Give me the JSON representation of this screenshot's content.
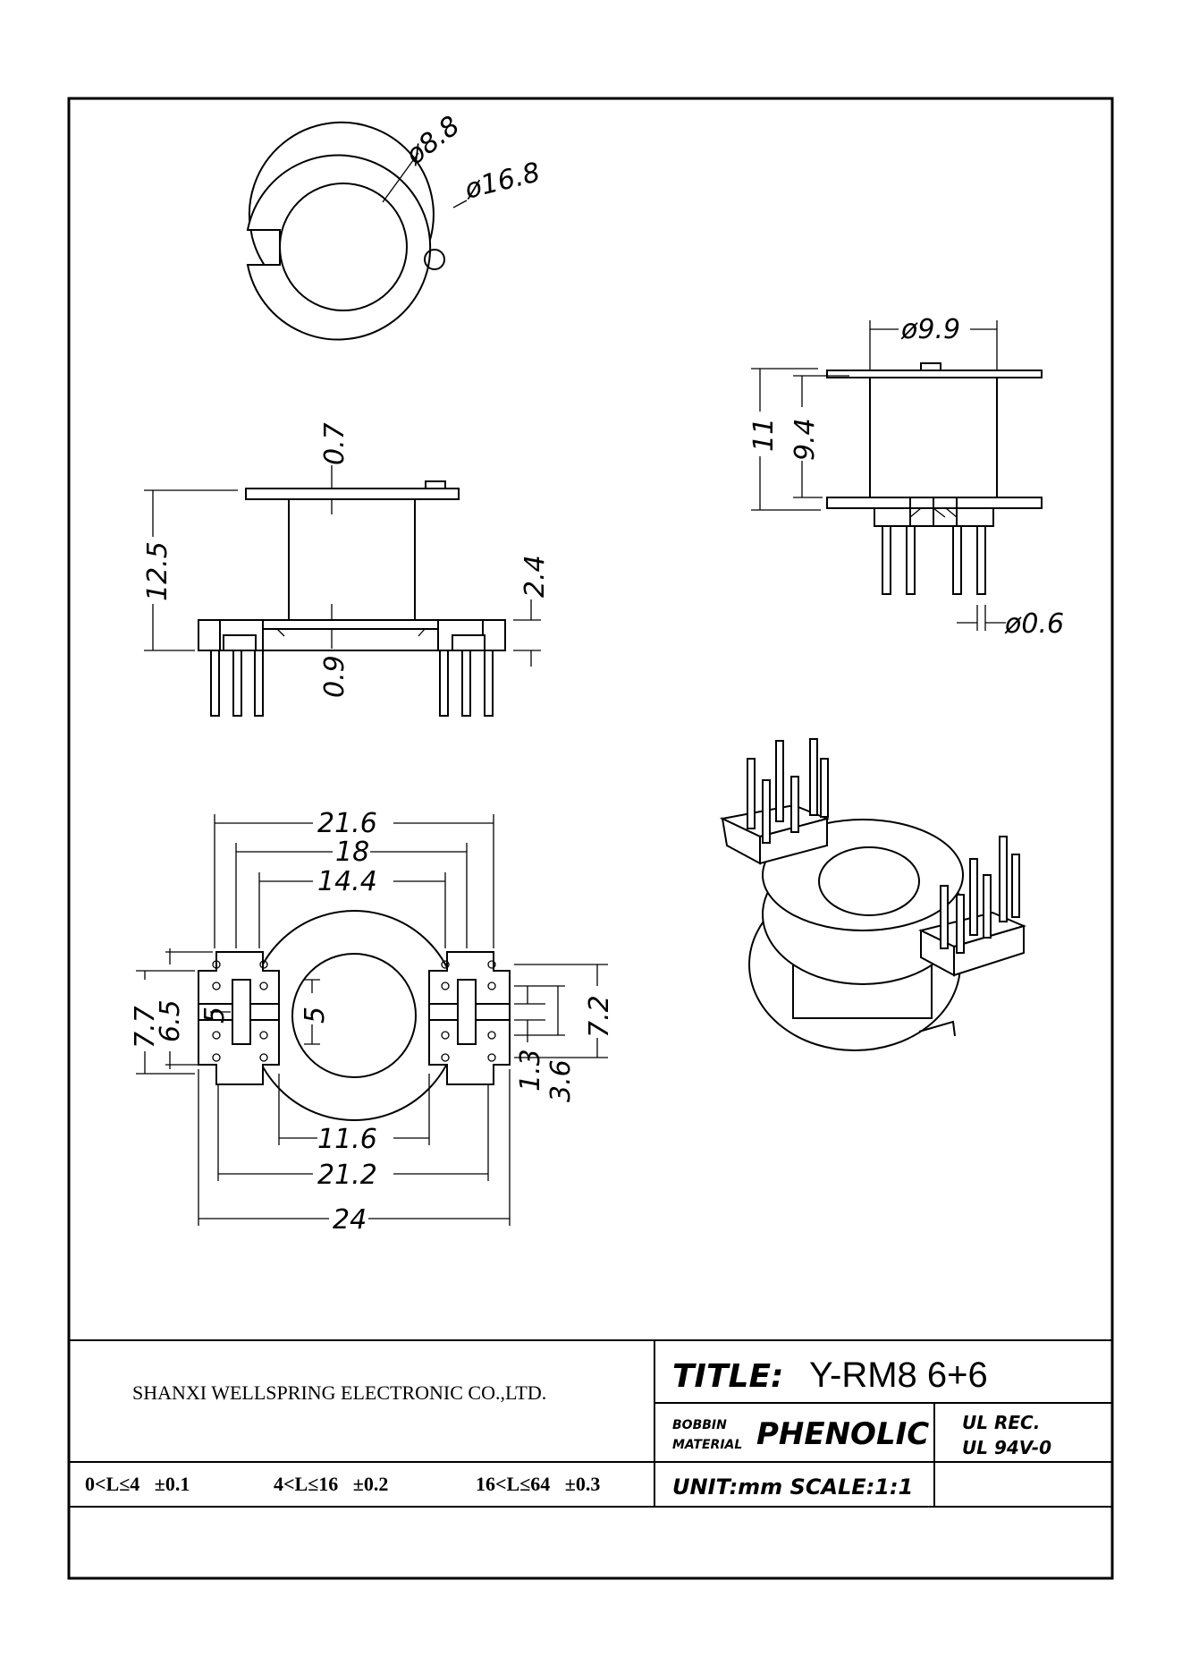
{
  "dimensions": {
    "top_view": {
      "inner_diameter": "ø8.8",
      "outer_diameter": "ø16.8"
    },
    "side_view": {
      "total_height": "12.5",
      "flange_thickness": "0.7",
      "base_height": "2.4",
      "base_gap": "0.9"
    },
    "end_view": {
      "core_diameter": "ø9.9",
      "height_outer": "11",
      "height_inner": "9.4",
      "pin_diameter": "ø0.6"
    },
    "bottom_view": {
      "w_21_6": "21.6",
      "w_18": "18",
      "w_14_4": "14.4",
      "w_11_6": "11.6",
      "w_21_2": "21.2",
      "w_24": "24",
      "h_7_7": "7.7",
      "h_6_5": "6.5",
      "slot_5": "5",
      "hole_5": "5",
      "h_7_2": "7.2",
      "h_1_3": "1.3",
      "h_3_6": "3.6"
    }
  },
  "title_block": {
    "company": "SHANXI WELLSPRING ELECTRONIC CO.,LTD.",
    "title_label": "TITLE:",
    "title_value": "Y-RM8 6+6",
    "bobbin_label_1": "BOBBIN",
    "bobbin_label_2": "MATERIAL",
    "material": "PHENOLIC",
    "ul_rec_1": "UL REC.",
    "ul_rec_2": "UL 94V-0",
    "tolerance_1": "0<L≤4   ±0.1",
    "tolerance_2": "4<L≤16   ±0.2",
    "tolerance_3": "16<L≤64   ±0.3",
    "unit_scale": "UNIT:mm SCALE:1:1"
  }
}
